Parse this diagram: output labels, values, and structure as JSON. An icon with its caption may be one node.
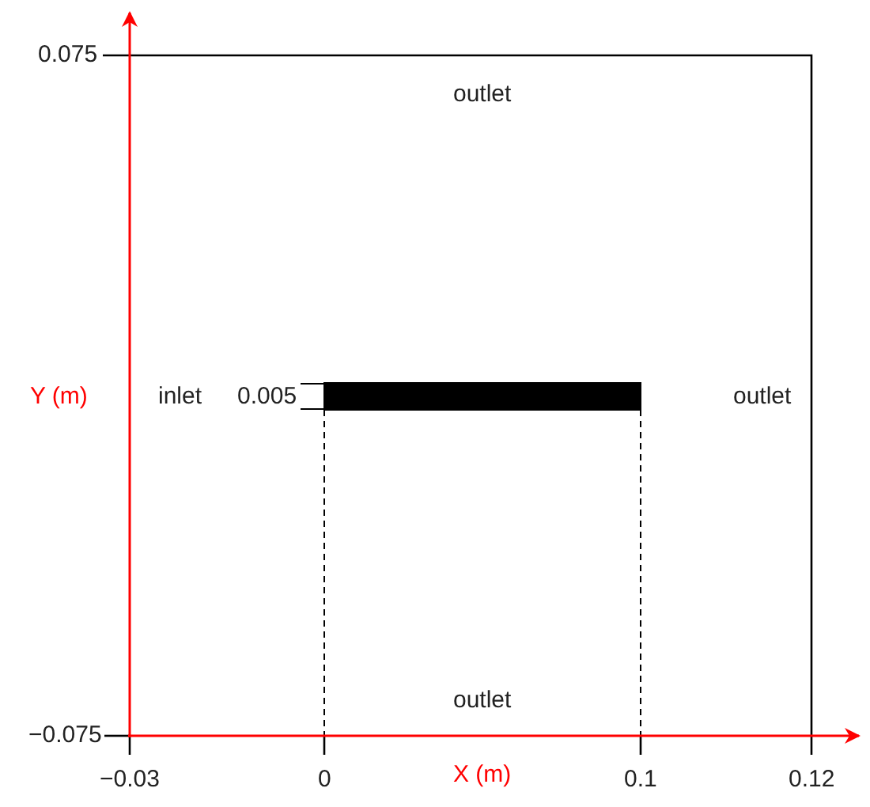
{
  "diagram": {
    "nodes": [
      {
        "text": [],
        "shape": "bar"
      }
    ],
    "labels": [
      "0.075",
      "outlet",
      "Y (m)",
      "inlet",
      "0.005",
      "outlet",
      "outlet",
      "−0.075",
      "−0.03",
      "0",
      "X (m)",
      "0.1",
      "0.12"
    ]
  }
}
